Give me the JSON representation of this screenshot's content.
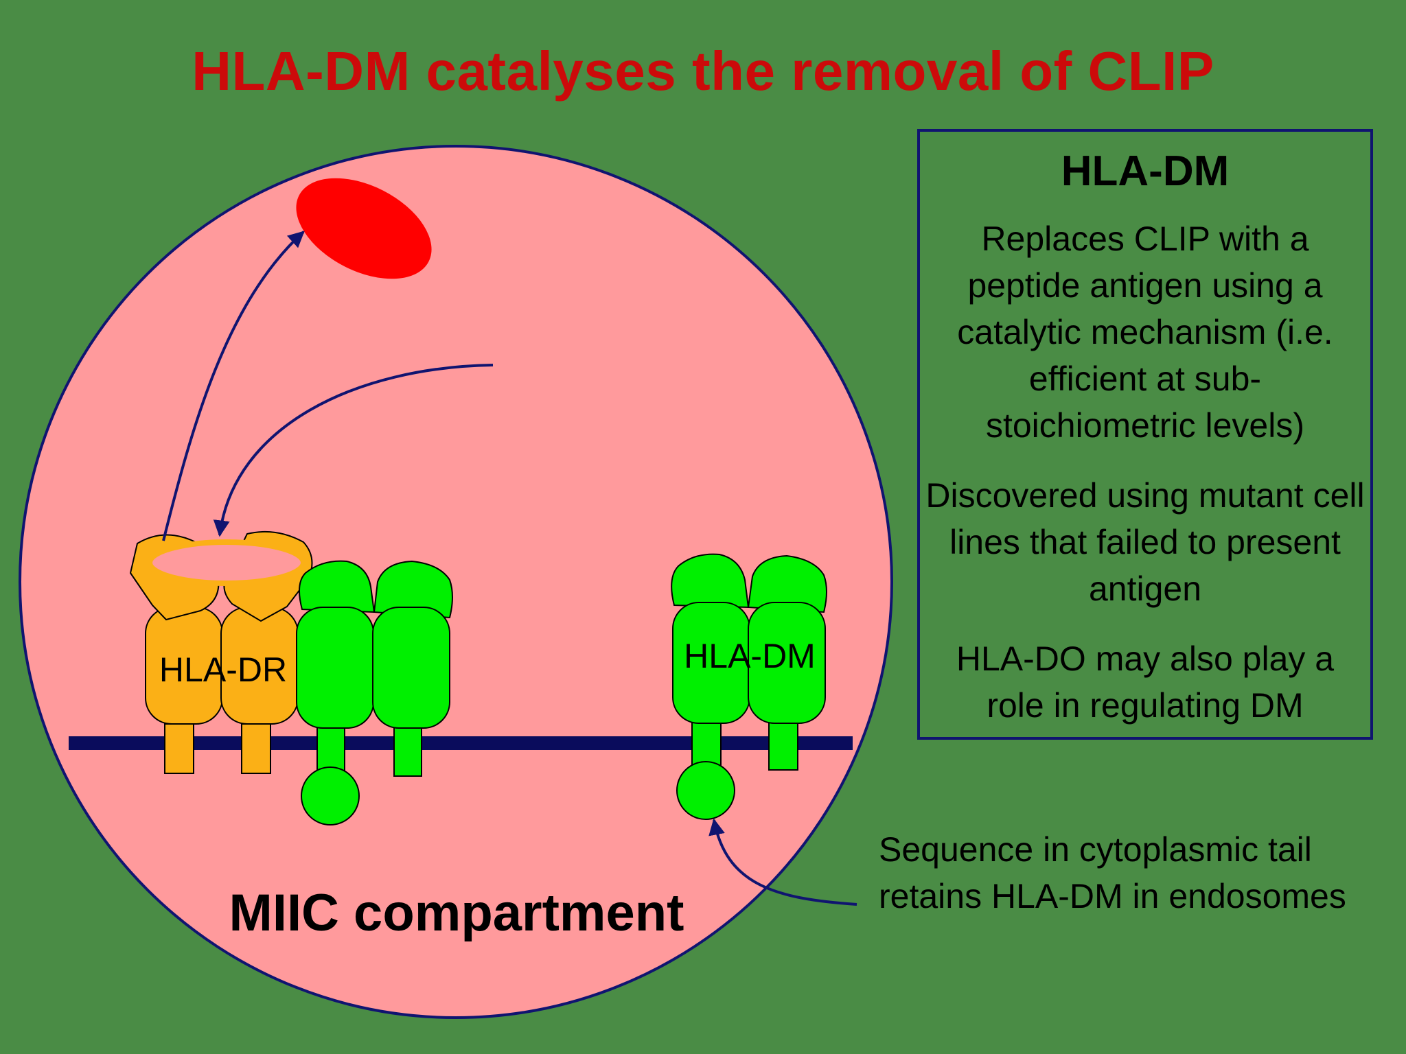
{
  "title": "HLA-DM catalyses the removal of CLIP",
  "compartment_label": "MIIC compartment",
  "molecule_labels": {
    "hla_dr": "HLA-DR",
    "hla_dm": "HLA-DM"
  },
  "info_box": {
    "heading": "HLA-DM",
    "paragraphs": [
      "Replaces CLIP with a peptide antigen using a catalytic mechanism (i.e. efficient at sub-stoichiometric levels)",
      "Discovered using mutant cell lines that failed to present antigen",
      "HLA-DO may also play a role in regulating DM"
    ]
  },
  "tail_note": "Sequence in cytoplasmic tail retains HLA-DM in endosomes",
  "colors": {
    "background": "#4a8c45",
    "title": "#cc0a0a",
    "compartment_fill": "#ff9a9c",
    "hla_dr": "#fbb016",
    "hla_dm": "#00f000",
    "clip": "#ff0000",
    "membrane": "#0a0c5c",
    "arrow": "#101470"
  }
}
